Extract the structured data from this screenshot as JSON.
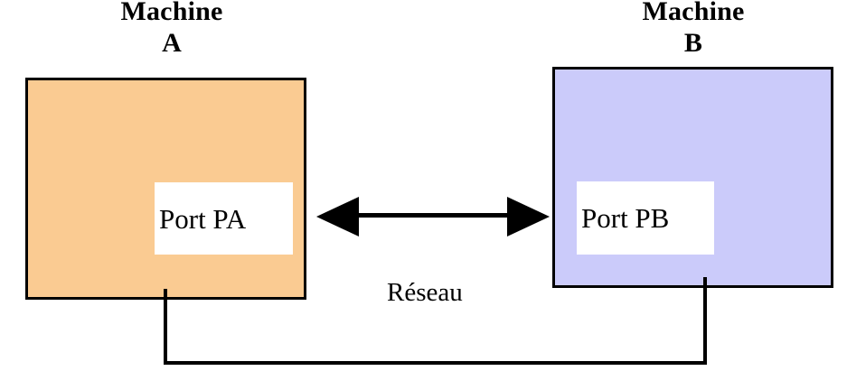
{
  "diagram": {
    "machine_a": {
      "title_line1": "Machine",
      "title_line2": "A",
      "box_color": "#facb92",
      "port_label": "Port PA"
    },
    "machine_b": {
      "title_line1": "Machine",
      "title_line2": "B",
      "box_color": "#cbcbfa",
      "port_label": "Port PB"
    },
    "connection": {
      "network_label": "Réseau",
      "arrow_icon": "double-headed-horizontal-arrow",
      "line_color": "#000000"
    }
  }
}
